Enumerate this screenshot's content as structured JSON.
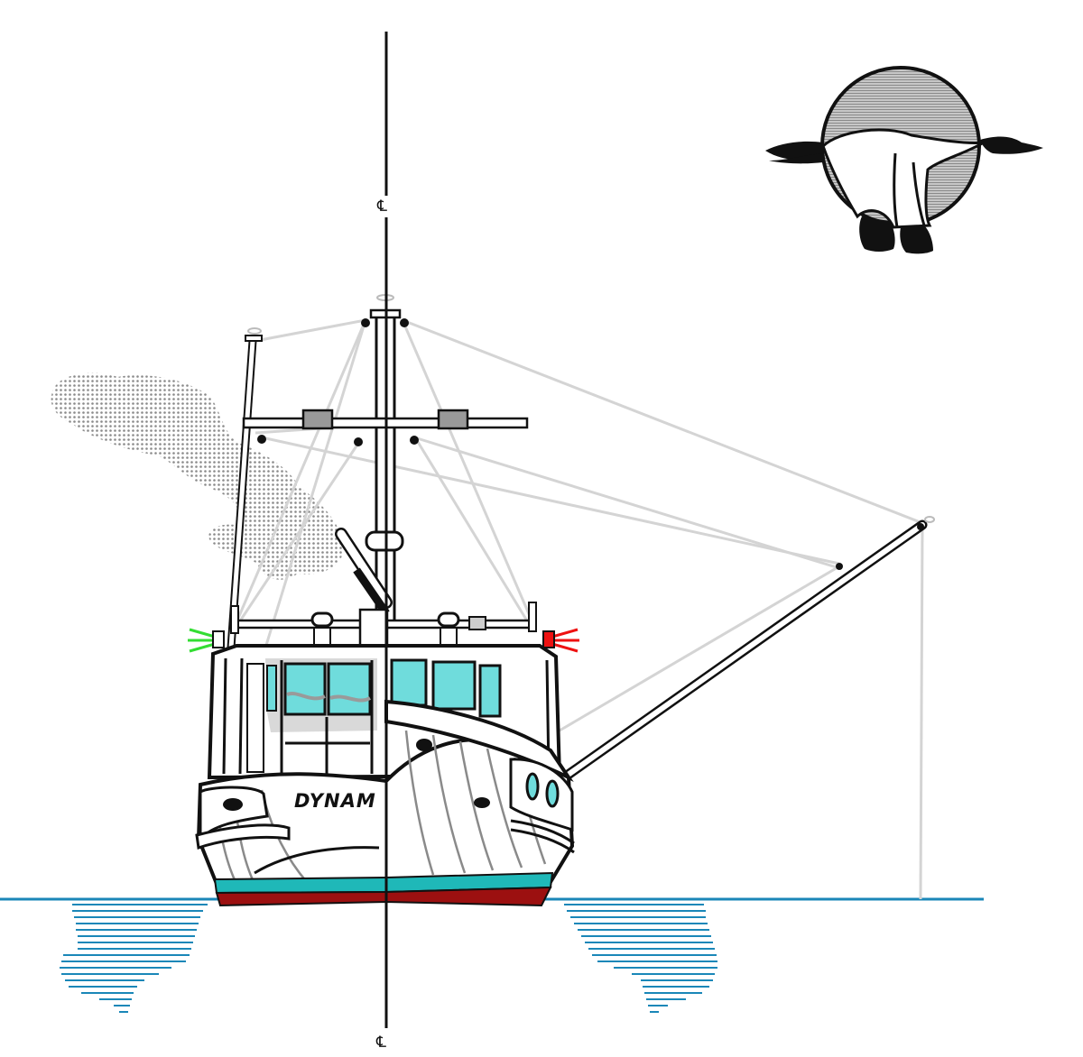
{
  "drawing": {
    "centerline_label_top": "℄",
    "centerline_label_bottom": "℄",
    "boat_name_text": "DYNAM"
  },
  "colors": {
    "hull_white": "#ffffff",
    "boot_stripe": "#1fb8b8",
    "bottom_paint": "#9c1010",
    "window_glass": "#6fdcdc",
    "waterline": "#1a87b8",
    "rigging": "#d4d4d4",
    "smoke": "#9a9a9a",
    "moon": "#a9a9a9",
    "port_light": "#33dd33",
    "starboard_light": "#ee1111",
    "outline": "#111111"
  },
  "icons": {
    "logo": "flying-goose-moon-logo",
    "smoke": "exhaust-smoke",
    "port": "green-running-light",
    "starboard": "red-running-light"
  }
}
